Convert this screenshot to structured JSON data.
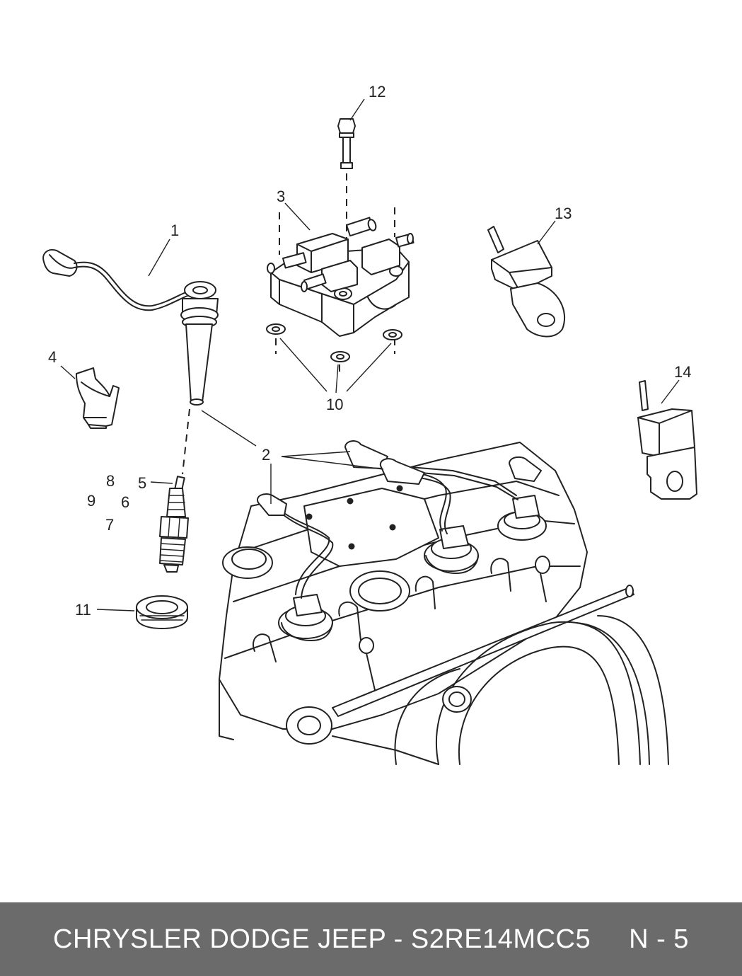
{
  "callouts": [
    "1",
    "2",
    "3",
    "4",
    "5",
    "6",
    "7",
    "8",
    "9",
    "10",
    "11",
    "12",
    "13",
    "14"
  ],
  "footer": {
    "brand": "CHRYSLER DODGE JEEP - S2RE14MCC5",
    "page": "N - 5"
  },
  "colors": {
    "background": "#ffffff",
    "linework": "#222222",
    "footer_bg": "#6b6b6b",
    "footer_text": "#ffffff"
  }
}
